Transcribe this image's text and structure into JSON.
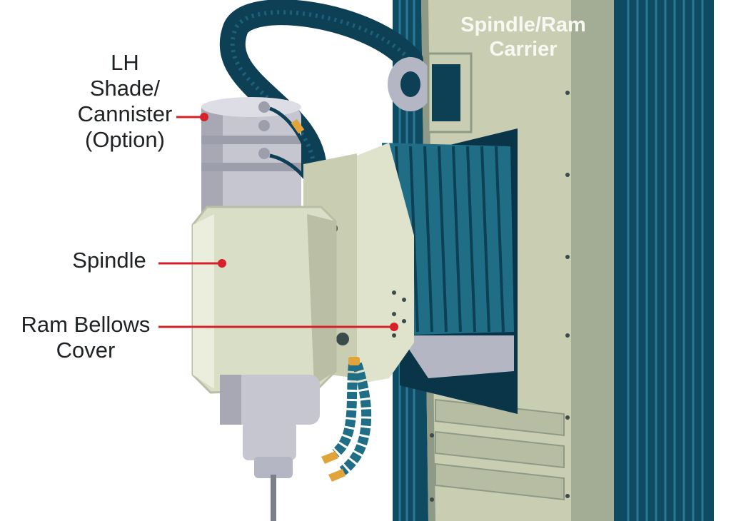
{
  "labels": {
    "spindle_ram_carrier": "Spindle/Ram\nCarrier",
    "lh_shade_cannister": "LH\nShade/\nCannister\n(Option)",
    "spindle": "Spindle",
    "ram_bellows_cover": "Ram Bellows\nCover"
  },
  "colors": {
    "leader_line": "#d6202a",
    "carrier_body": "#c9ceb2",
    "carrier_shadow": "#8f9a86",
    "dark_teal": "#0d3f55",
    "bellows_teal": "#1f6e86",
    "spindle_body": "#d9dec6",
    "cannister_metal": "#c5c6cf",
    "coolant_nozzle": "#e0a43a"
  }
}
